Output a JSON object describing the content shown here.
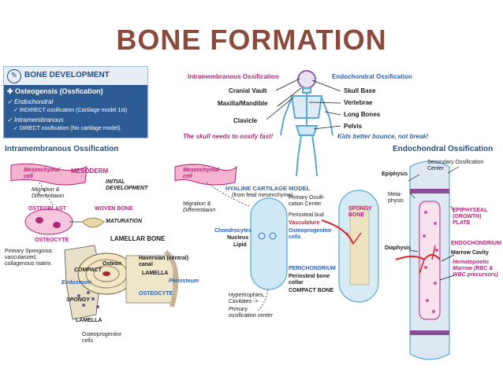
{
  "title": "BONE FORMATION",
  "panel": {
    "header": "BONE DEVELOPMENT",
    "osteogenesis": "Osteogensis (Ossfication)",
    "endochondral": "Endochondral",
    "indirect": "INDIRECT ossification (Cartilage model 1st)",
    "intramembranous": "Intramembranous",
    "direct": "DIRECT ossification (No cartilage model)."
  },
  "skeleton": {
    "intra_heading": "Intramembranous Ossification",
    "endo_heading": "Endochondral Ossification",
    "left_labels": [
      "Cranial Vault",
      "Maxilla/Mandible",
      "Clavicle"
    ],
    "right_labels": [
      "Skull Base",
      "Vertebrae",
      "Long Bones",
      "Pelvis"
    ],
    "skull_caption": "The skull needs to ossify fast!",
    "kids_caption": "Kids better bounce, not break!"
  },
  "intra": {
    "title": "Intramembranous Ossification",
    "mesenchymal": "Mesenchymal cell",
    "mesoderm": "MESODERM",
    "migration": "Migration & Differentiaion",
    "initial": "INITIAL DEVELOPMENT",
    "osteoblast": "OSTEOBLAST",
    "woven": "WOVEN BONE",
    "maturation": "MATURATION",
    "osteocyte": "OSTEOCYTE",
    "lamellar": "LAMELLAR BONE",
    "primary_spongiosa": "Primary Spongiosa: vascularized, collagenous matrix.",
    "osteon": "Osteon",
    "haversian": "Haversian (central) canal",
    "compact": "COMPACT",
    "lamella": "LAMELLA",
    "endosteum": "Endosteum",
    "periosteum": "Periosteum",
    "osteocyte2": "OSTEOCYTE",
    "spongy": "SPONGY",
    "lamella2": "LAMELLA",
    "osteoprogenitor": "Osteoprogenitor cells"
  },
  "mid": {
    "mesenchymal": "Mesenchymal cell",
    "hyaline": "HYALINE CARTILAGE MODEL",
    "fetal": "(from fetal mesenchyme)",
    "migration": "Migration & Differentiaion",
    "chondrocytes": "Chondrocytes",
    "nucleus": "Nucleus",
    "lipid": "Lipid",
    "hypertrophies": "Hypertrophies, Cavitates ->",
    "primary_center_bottom": "Primary ossification center",
    "primary_center": "Primary Ossifi- cation Center",
    "periosteal_bud": "Periosteal bud",
    "vasculature": "Vasculature",
    "osteoprogenitor": "Osteoprogenitor cells",
    "perichondrium": "PERICHONDRIUM",
    "periosteal_collar": "Periosteal bone collar",
    "compact_bone": "COMPACT BONE",
    "spongy_bone": "SPONGY BONE"
  },
  "endo": {
    "title": "Endochondral Ossification",
    "secondary": "Secondary Ossification Center",
    "epiphysis": "Epiphysis",
    "metaphysis": "Meta- physis",
    "epiphyseal": "EPIPHYSEAL (GROWTH) PLATE",
    "diaphysis": "Diaphysis",
    "endochondrium": "ENDOCHONDRIUM",
    "marrow_cavity": "Marrow Cavity",
    "hematopoietic": "Hematopoetic Marrow (RBC & WBC precursors)"
  },
  "colors": {
    "title": "#8a4b3c",
    "panel_blue": "#2d5b93",
    "heading_blue": "#1f4e89",
    "magenta": "#b0287a",
    "bone_blue": "#bfe0f0",
    "vessel_red": "#d9252b"
  }
}
